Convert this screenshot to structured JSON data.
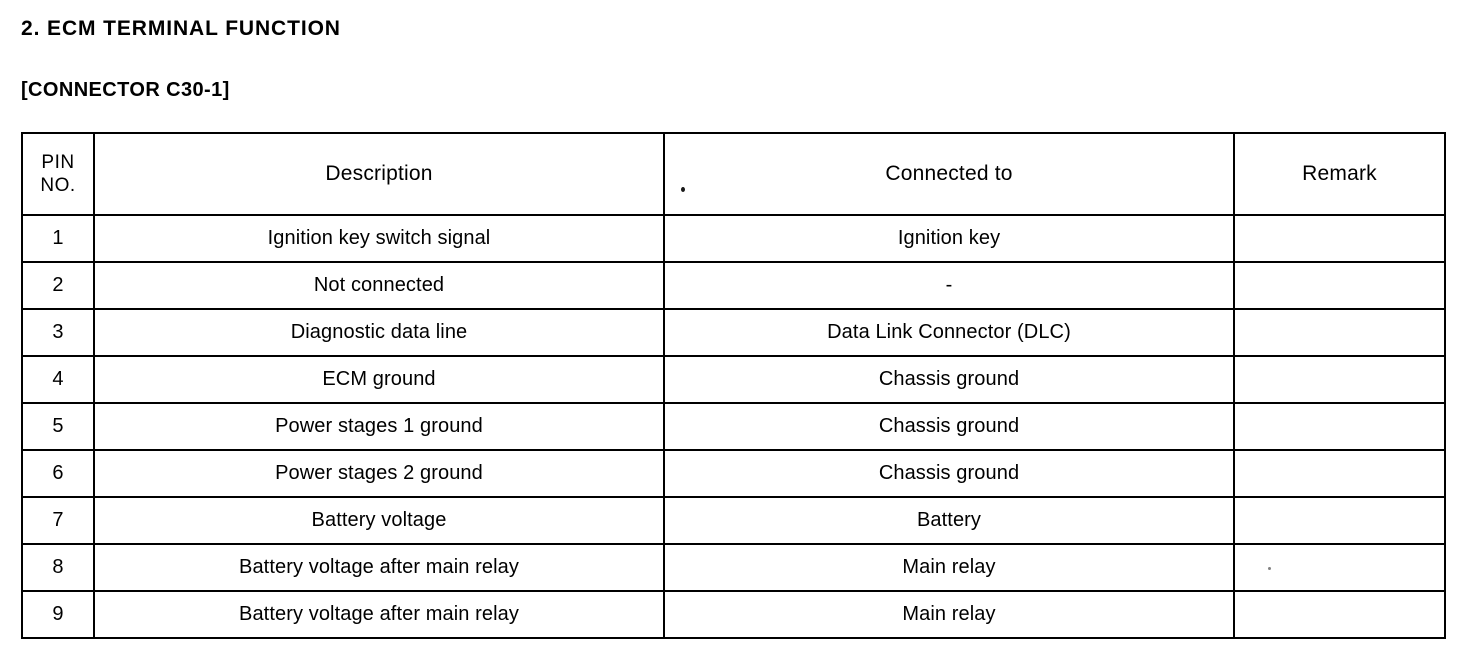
{
  "document": {
    "section_title": "2. ECM TERMINAL FUNCTION",
    "connector_title": "[CONNECTOR C30-1]"
  },
  "table": {
    "headers": {
      "pin_no_line1": "PIN",
      "pin_no_line2": "NO.",
      "description": "Description",
      "connected_to": "Connected to",
      "remark": "Remark"
    },
    "rows": [
      {
        "pin": "1",
        "description": "Ignition key switch signal",
        "connected_to": "Ignition key",
        "remark": ""
      },
      {
        "pin": "2",
        "description": "Not connected",
        "connected_to": "-",
        "remark": ""
      },
      {
        "pin": "3",
        "description": "Diagnostic data line",
        "connected_to": "Data Link Connector (DLC)",
        "remark": ""
      },
      {
        "pin": "4",
        "description": "ECM ground",
        "connected_to": "Chassis ground",
        "remark": ""
      },
      {
        "pin": "5",
        "description": "Power stages 1 ground",
        "connected_to": "Chassis ground",
        "remark": ""
      },
      {
        "pin": "6",
        "description": "Power stages 2 ground",
        "connected_to": "Chassis ground",
        "remark": ""
      },
      {
        "pin": "7",
        "description": "Battery voltage",
        "connected_to": "Battery",
        "remark": ""
      },
      {
        "pin": "8",
        "description": "Battery voltage after main relay",
        "connected_to": "Main relay",
        "remark": ""
      },
      {
        "pin": "9",
        "description": "Battery voltage after main relay",
        "connected_to": "Main relay",
        "remark": ""
      }
    ]
  },
  "colors": {
    "page_background": "#ffffff",
    "text": "#000000",
    "border": "#000000"
  }
}
